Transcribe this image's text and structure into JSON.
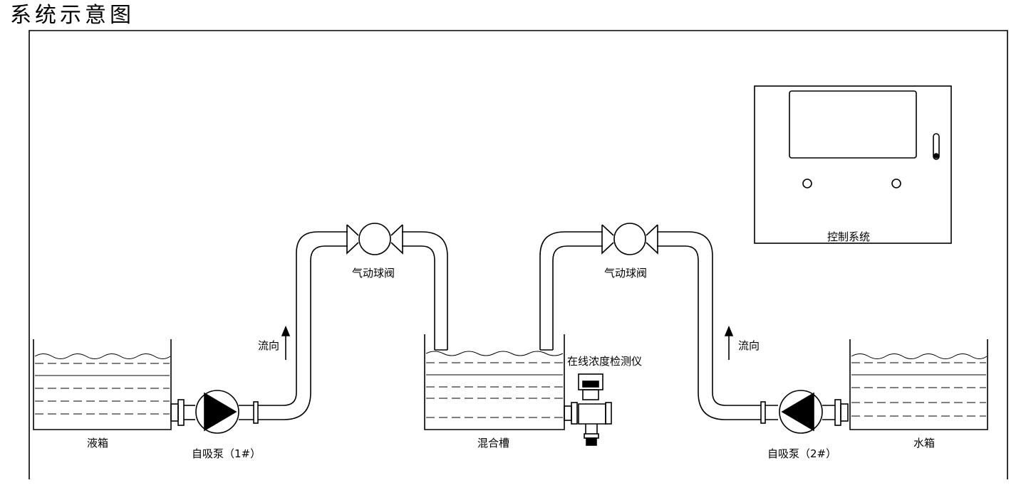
{
  "title": "系统示意图",
  "labels": {
    "liquid_tank": "液箱",
    "pump1": "自吸泵（1#）",
    "valve1": "气动球阀",
    "flow1": "流向",
    "mixing_tank": "混合槽",
    "detector": "在线浓度检测仪",
    "valve2": "气动球阀",
    "flow2": "流向",
    "pump2": "自吸泵（2#）",
    "water_tank": "水箱",
    "control_system": "控制系统"
  }
}
